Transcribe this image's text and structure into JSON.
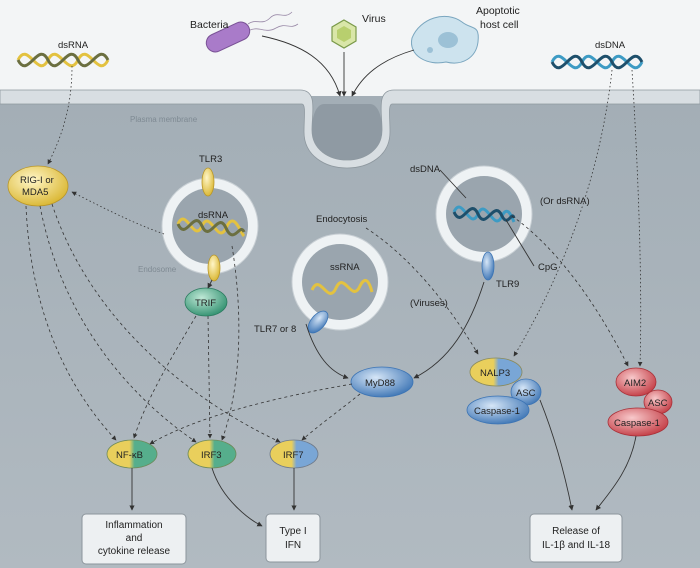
{
  "extracellular": {
    "bacteria": "Bacteria",
    "virus": "Virus",
    "apoptotic_line1": "Apoptotic",
    "apoptotic_line2": "host cell",
    "dsrna": "dsRNA",
    "dsdna": "dsDNA"
  },
  "membrane": {
    "label": "Plasma membrane"
  },
  "receptors": {
    "rig_line1": "RIG-I or",
    "rig_line2": "MDA5",
    "tlr3": "TLR3",
    "endosome_dsrna": "dsRNA",
    "endosome": "Endosome",
    "trif": "TRIF",
    "endocytosis": "Endocytosis",
    "ssrna": "ssRNA",
    "tlr78": "TLR7 or 8",
    "viruses": "(Viruses)",
    "myd88": "MyD88",
    "endo_dsdna": "dsDNA",
    "or_dsrna": "(Or dsRNA)",
    "cpg": "CpG",
    "tlr9": "TLR9",
    "nalp3": "NALP3",
    "asc1": "ASC",
    "caspase1": "Caspase-1",
    "aim2": "AIM2",
    "asc2": "ASC",
    "caspase2": "Caspase-1"
  },
  "factors": {
    "nfkb": "NF-κB",
    "irf3": "IRF3",
    "irf7": "IRF7"
  },
  "outputs": {
    "inflammation_line1": "Inflammation",
    "inflammation_line2": "and",
    "inflammation_line3": "cytokine release",
    "type1_line1": "Type I",
    "type1_line2": "IFN",
    "release_line1": "Release of",
    "release_line2": "IL-1β and IL-18"
  },
  "colors": {
    "cytoplasm": "#aab4bc",
    "extracellular": "#f3f5f6",
    "membrane": "#d4dade",
    "yellow": "#e8c84a",
    "green": "#4aa88a",
    "blue": "#5a8fc8",
    "red": "#d9535a",
    "dna_blue": "#3d9bc4"
  }
}
